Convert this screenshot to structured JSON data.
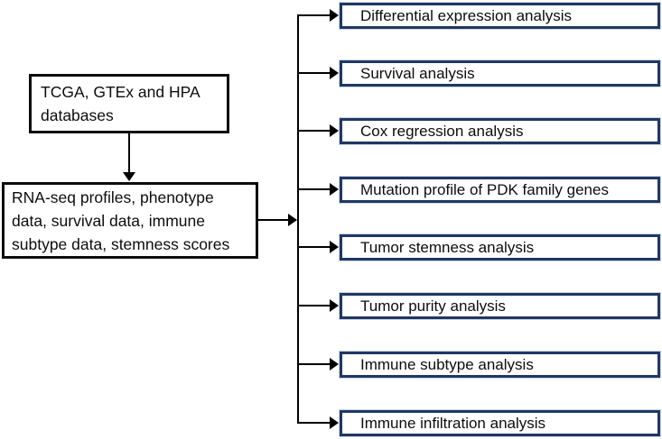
{
  "colors": {
    "background": "#ffffff",
    "left_box_border": "#0d0d0d",
    "right_box_border": "#1f3864",
    "connector": "#000000",
    "text": "#0d0d0d"
  },
  "flow": {
    "source": {
      "label": "TCGA, GTEx and HPA databases"
    },
    "data": {
      "label": "RNA-seq profiles, phenotype data, survival data, immune subtype data, stemness scores"
    },
    "analyses": [
      {
        "label": "Differential expression analysis"
      },
      {
        "label": "Survival analysis"
      },
      {
        "label": "Cox regression analysis"
      },
      {
        "label": "Mutation profile of PDK family genes"
      },
      {
        "label": "Tumor stemness analysis"
      },
      {
        "label": "Tumor purity analysis"
      },
      {
        "label": "Immune subtype analysis"
      },
      {
        "label": "Immune infiltration analysis"
      }
    ]
  }
}
